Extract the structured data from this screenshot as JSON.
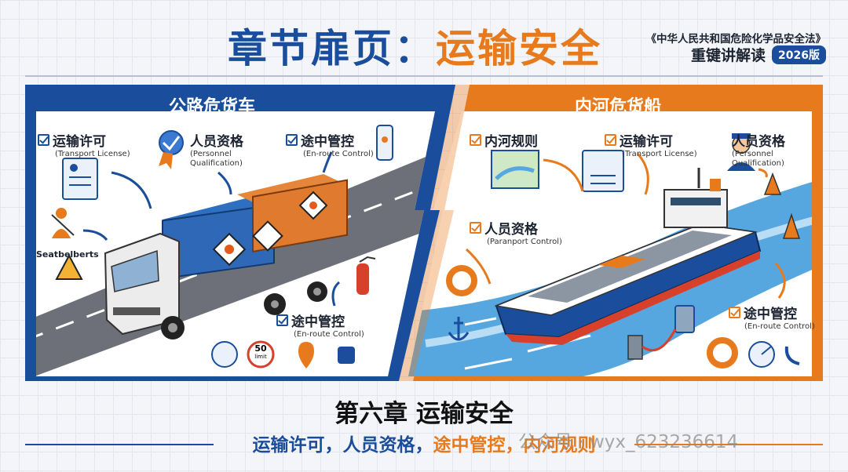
{
  "header": {
    "title_main": "章节扉页：",
    "title_accent": "运输安全",
    "law_title": "《中华人民共和国危险化学品安全法》",
    "subtitle": "重键讲解读",
    "year_badge": "2026版"
  },
  "road_panel": {
    "title": "公路危货车",
    "items": [
      {
        "label": "运输许可",
        "sub": "(Transport License)"
      },
      {
        "label": "人员资格",
        "sub": "(Personnel\nQualification)"
      },
      {
        "label": "途中管控",
        "sub": "(En-route Control)"
      },
      {
        "label": "途中管控",
        "sub": "(En-route Control)"
      }
    ],
    "seatbelt_label": "Seatbelberts",
    "speed_sign": {
      "value": "50",
      "unit": "limit"
    }
  },
  "river_panel": {
    "title": "内河危货船",
    "items": [
      {
        "label": "内河规则",
        "sub": ""
      },
      {
        "label": "运输许可",
        "sub": "(Transport License)"
      },
      {
        "label": "人员资格",
        "sub": "(Personnel\nQualification)"
      },
      {
        "label": "人员资格",
        "sub": "(Paranport Control)"
      },
      {
        "label": "途中管控",
        "sub": "(En-route Control)"
      }
    ]
  },
  "footer": {
    "chapter_title": "第六章 运输安全",
    "line_part1": "运输许可，人员资格，",
    "line_part2": "途中管控，内河规则"
  },
  "watermark": "公众号 · wyx_623236614",
  "colors": {
    "blue": "#1a4e9c",
    "orange": "#e77a1c",
    "river": "#56a7df",
    "road": "#6d7078"
  }
}
